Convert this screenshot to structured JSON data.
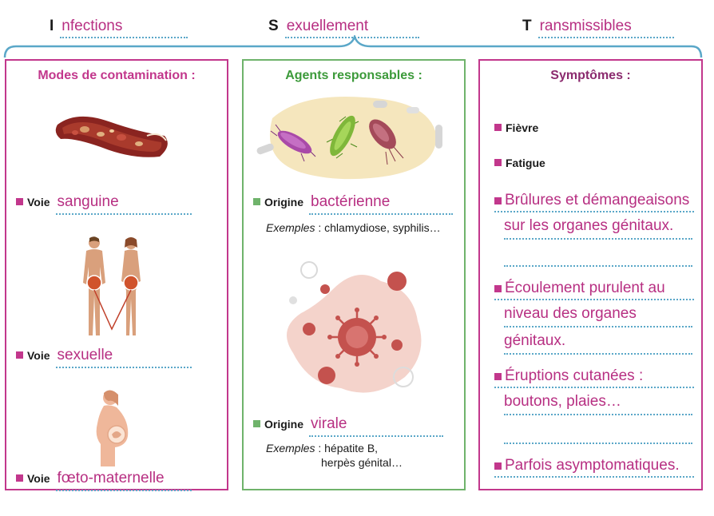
{
  "header": {
    "words": [
      {
        "initial": "I",
        "rest": "nfections"
      },
      {
        "initial": "S",
        "rest": "exuellement"
      },
      {
        "initial": "T",
        "rest": "ransmissibles"
      }
    ]
  },
  "contamination": {
    "title": "Modes de contamination :",
    "items": [
      {
        "label": "Voie",
        "answer": "sanguine"
      },
      {
        "label": "Voie",
        "answer": "sexuelle"
      },
      {
        "label": "Voie",
        "answer": "fœto-maternelle"
      }
    ]
  },
  "agents": {
    "title": "Agents responsables :",
    "bacterial": {
      "label": "Origine",
      "answer": "bactérienne",
      "examples_label": "Exemples",
      "examples_text": " : chlamydiose, syphilis…"
    },
    "viral": {
      "label": "Origine",
      "answer": "virale",
      "examples_label": "Exemples",
      "examples_line1": " : hépatite B,",
      "examples_line2": "herpès génital…"
    }
  },
  "symptoms": {
    "title": "Symptômes :",
    "printed": [
      "Fièvre",
      "Fatigue"
    ],
    "handwritten_lines": [
      "Brûlures et démangeaisons",
      "sur les organes génitaux.",
      "",
      "Écoulement purulent au",
      "niveau des organes",
      "génitaux.",
      "Éruptions cutanées :",
      "boutons, plaies…",
      "",
      "Parfois asymptomatiques."
    ]
  },
  "colors": {
    "pink": "#c2378c",
    "green": "#6fb36b",
    "dots": "#5aa7c8",
    "answer": "#b72f82"
  },
  "icons": [
    "blood-vessel-illustration",
    "human-bodies-illustration",
    "pregnant-woman-illustration",
    "bacteria-illustration",
    "virus-illustration"
  ]
}
